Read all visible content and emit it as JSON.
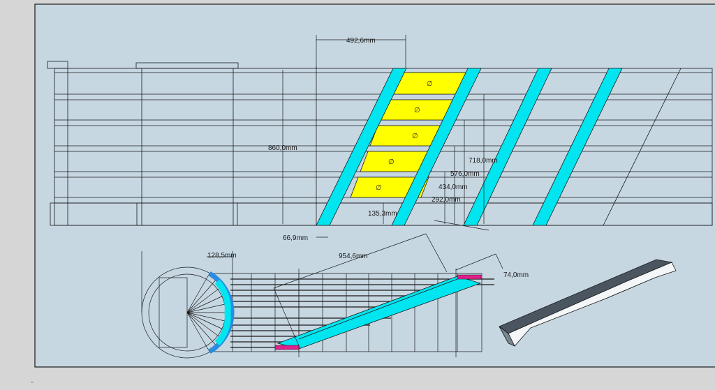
{
  "colors": {
    "workspace": "#d6d6d6",
    "sheet": "#c6d7e2",
    "stringer": "#00e5f0",
    "tread": "#ffff00",
    "pad": "#e0208c",
    "arc": "#2a8de0",
    "line": "#1a1a1a"
  },
  "dimensions": {
    "top_width": "492,6mm",
    "total_height": "860,0mm",
    "h718": "718,0mm",
    "h576": "576,0mm",
    "h434": "434,0mm",
    "h292": "292,0mm",
    "h135": "135,3mm",
    "bottom_offset": "66,9mm",
    "radius": "128,5mm",
    "diagonal": "954,6mm",
    "thickness": "74,0mm"
  },
  "treads": [
    {
      "label": "∅"
    },
    {
      "label": "∅"
    },
    {
      "label": "∅"
    },
    {
      "label": "∅"
    },
    {
      "label": "∅"
    }
  ]
}
